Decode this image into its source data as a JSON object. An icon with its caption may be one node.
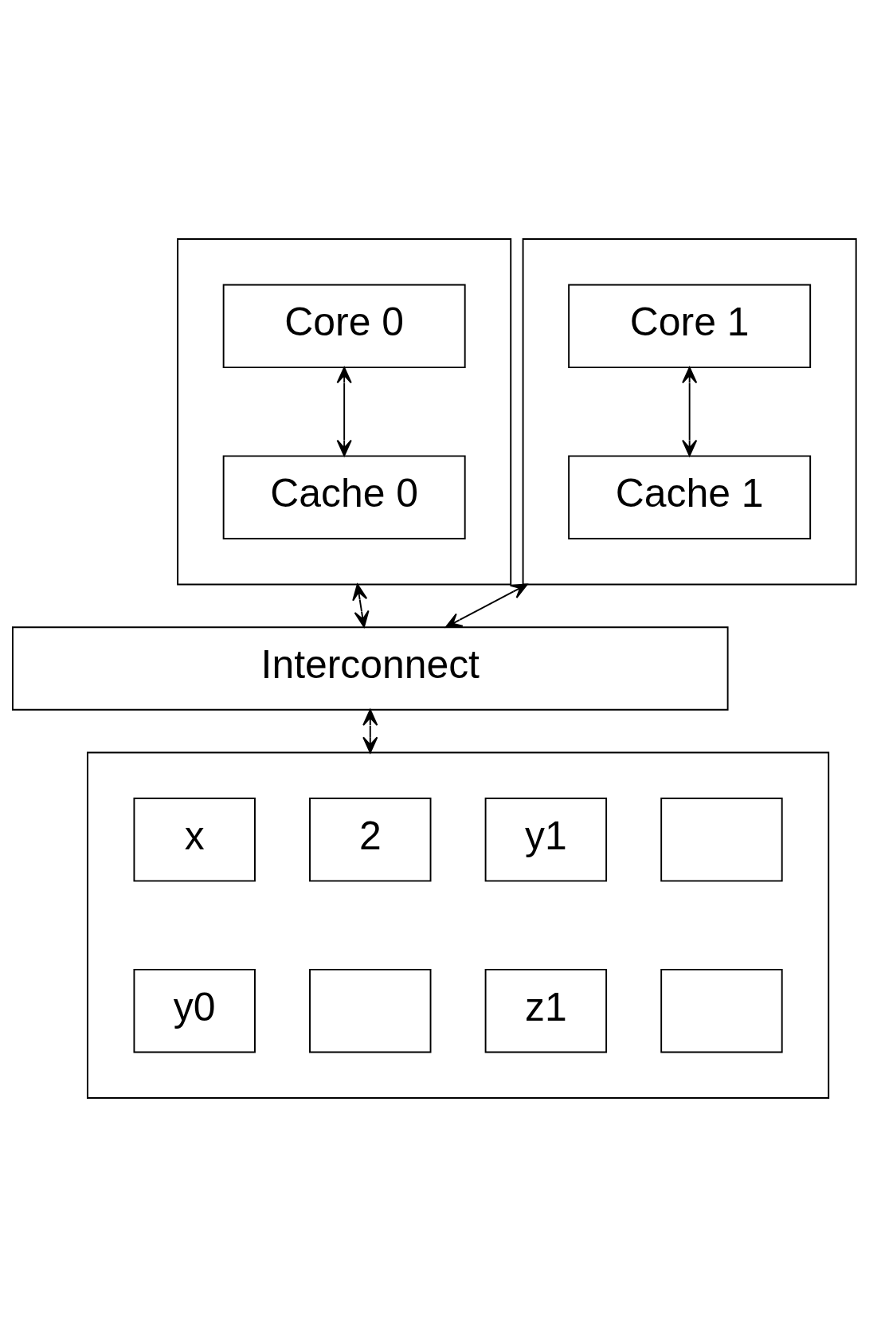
{
  "diagram": {
    "nodes": [
      {
        "text": [],
        "shape": "box"
      },
      {
        "text": [
          "Core 0"
        ],
        "in": 0
      },
      {
        "text": [
          "Cache 0"
        ],
        "in": 0
      },
      {
        "text": [],
        "shape": "box"
      },
      {
        "text": [
          "Core 1"
        ],
        "in": 3
      },
      {
        "text": [
          "Cache 1"
        ],
        "in": 3
      },
      {
        "text": [
          "Interconnect"
        ]
      },
      {
        "text": [],
        "shape": "box"
      },
      {
        "text": [
          "x"
        ],
        "in": 7
      },
      {
        "text": [
          "2"
        ],
        "in": 7
      },
      {
        "text": [
          "y1"
        ],
        "in": 7
      },
      {
        "text": [],
        "shape": "box",
        "in": 7
      },
      {
        "text": [
          "y0"
        ],
        "in": 7
      },
      {
        "text": [],
        "shape": "box",
        "in": 7
      },
      {
        "text": [
          "z1"
        ],
        "in": 7
      },
      {
        "text": [],
        "shape": "box",
        "in": 7
      }
    ],
    "edges": [
      {
        "from": 1,
        "to": 2,
        "arrow": "both"
      },
      {
        "from": 4,
        "to": 5,
        "arrow": "both"
      },
      {
        "from": 0,
        "to": 6,
        "arrow": "both"
      },
      {
        "from": 3,
        "to": 6,
        "arrow": "both"
      },
      {
        "from": 6,
        "to": 7,
        "arrow": "both"
      }
    ]
  }
}
